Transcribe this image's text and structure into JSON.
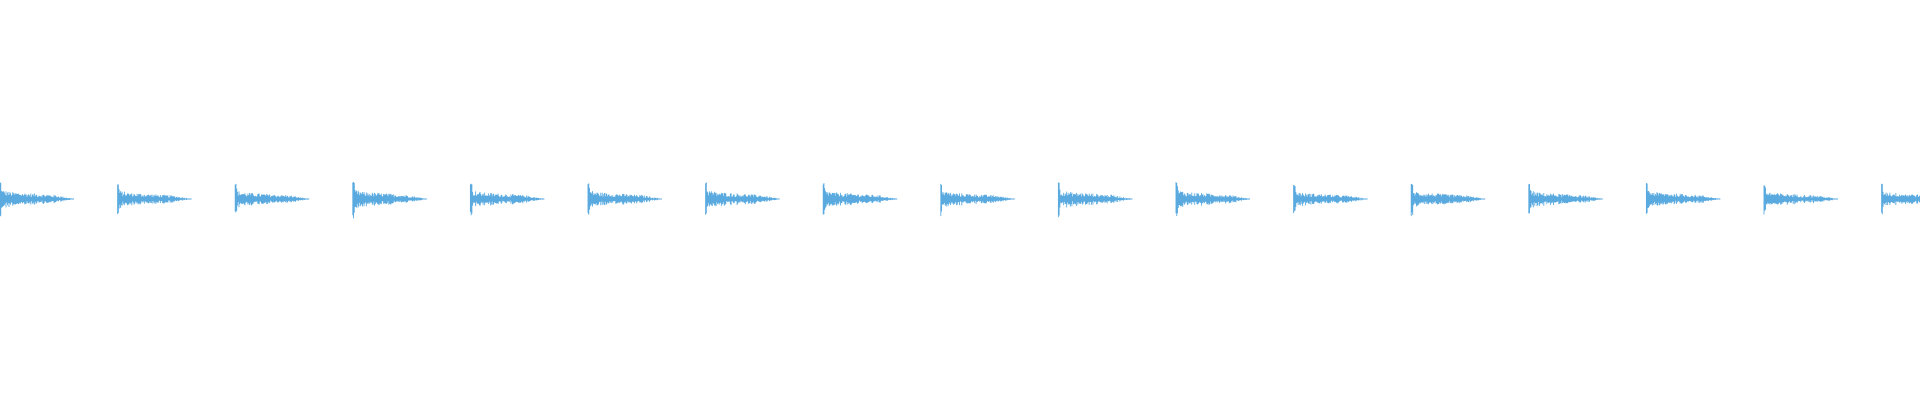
{
  "waveform": {
    "color": "#5aaae0",
    "background": "#ffffff",
    "hit_count": 17,
    "hits": [
      {
        "peak": 1.0
      },
      {
        "peak": 0.9
      },
      {
        "peak": 0.9
      },
      {
        "peak": 1.0
      },
      {
        "peak": 0.95
      },
      {
        "peak": 0.95
      },
      {
        "peak": 1.0
      },
      {
        "peak": 0.95
      },
      {
        "peak": 0.9
      },
      {
        "peak": 1.0
      },
      {
        "peak": 1.0
      },
      {
        "peak": 0.85
      },
      {
        "peak": 0.9
      },
      {
        "peak": 0.9
      },
      {
        "peak": 0.95
      },
      {
        "peak": 0.85
      },
      {
        "peak": 0.9
      }
    ]
  }
}
